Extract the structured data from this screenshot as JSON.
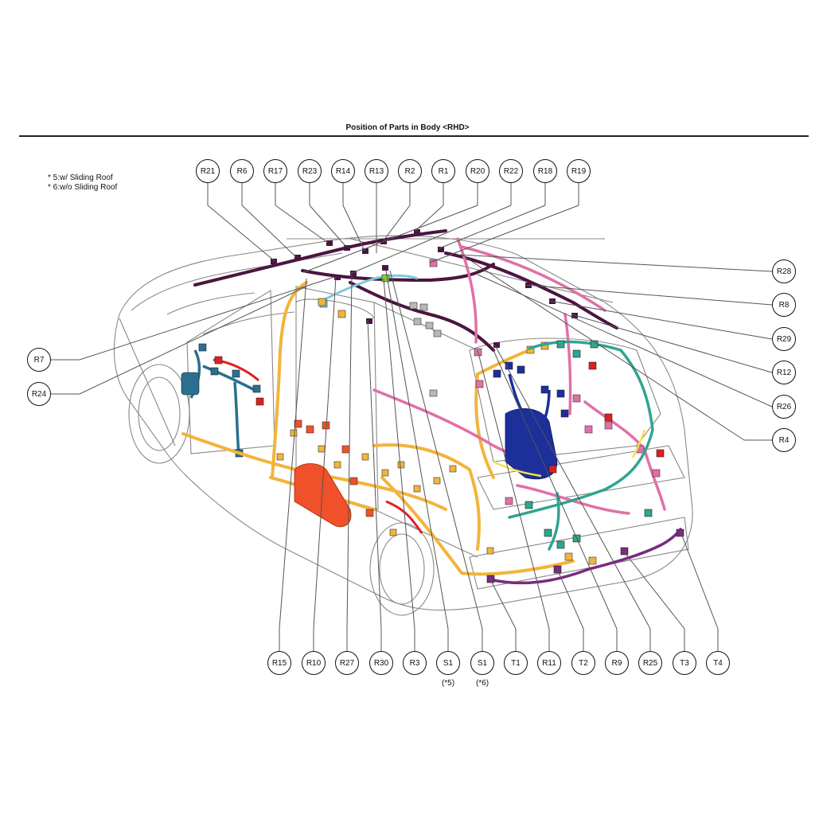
{
  "title": "Position of Parts in Body <RHD>",
  "notes": [
    "* 5:w/ Sliding Roof",
    "* 6:w/o Sliding Roof"
  ],
  "callouts_top": [
    "R21",
    "R6",
    "R17",
    "R23",
    "R14",
    "R13",
    "R2",
    "R1",
    "R20",
    "R22",
    "R18",
    "R19"
  ],
  "callouts_right": [
    "R28",
    "R8",
    "R29",
    "R12",
    "R26",
    "R4"
  ],
  "callouts_left": [
    "R7",
    "R24"
  ],
  "callouts_bottom": [
    "R15",
    "R10",
    "R27",
    "R30",
    "R3",
    "S1",
    "S1",
    "T1",
    "R11",
    "T2",
    "R9",
    "R25",
    "T3",
    "T4"
  ],
  "bottom_subnotes": {
    "s1_a": "(*5)",
    "s1_b": "(*6)"
  },
  "harness_colors": {
    "roof": "#4a1540",
    "floor_left": "#f2b43a",
    "front_door": "#2a6f8f",
    "red": "#e02020",
    "orange_panel": "#f0502a",
    "pink": "#e070a8",
    "navy": "#1c2f9a",
    "teal": "#2fa590",
    "light_blue": "#7ec8e0",
    "green": "#8cc63f",
    "purple": "#7a2a80",
    "yellow": "#f4e24a",
    "grey": "#b8b8b8"
  }
}
